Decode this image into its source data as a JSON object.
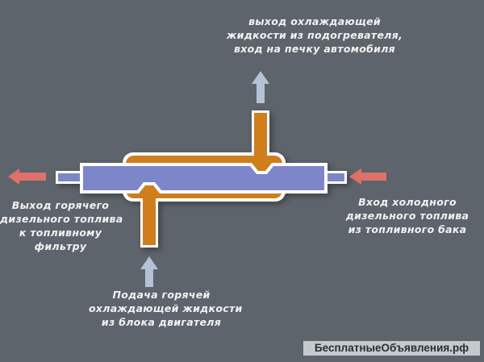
{
  "labels": {
    "top": [
      "выход охлаждающей",
      "жидкости  из подогревателя,",
      "вход на печку автомобиля"
    ],
    "left": [
      "Выход горячего",
      "дизельного топлива",
      "к топливному",
      "фильтру"
    ],
    "right": [
      "Вход  холодного",
      "дизельного  топлива",
      "из топливного бака"
    ],
    "bottom": [
      "Подача  горячей",
      "охлаждающей жидкости",
      "из блока  двигателя"
    ]
  },
  "watermark": "БесплатныеОбъявления.рф",
  "colors": {
    "background": "#5e646b",
    "fuel": "#7d86c9",
    "coolant": "#d07d1a",
    "outline": "#ffffff",
    "fuel_arrow": "#e0706a",
    "coolant_arrow": "#b3c2d6"
  }
}
